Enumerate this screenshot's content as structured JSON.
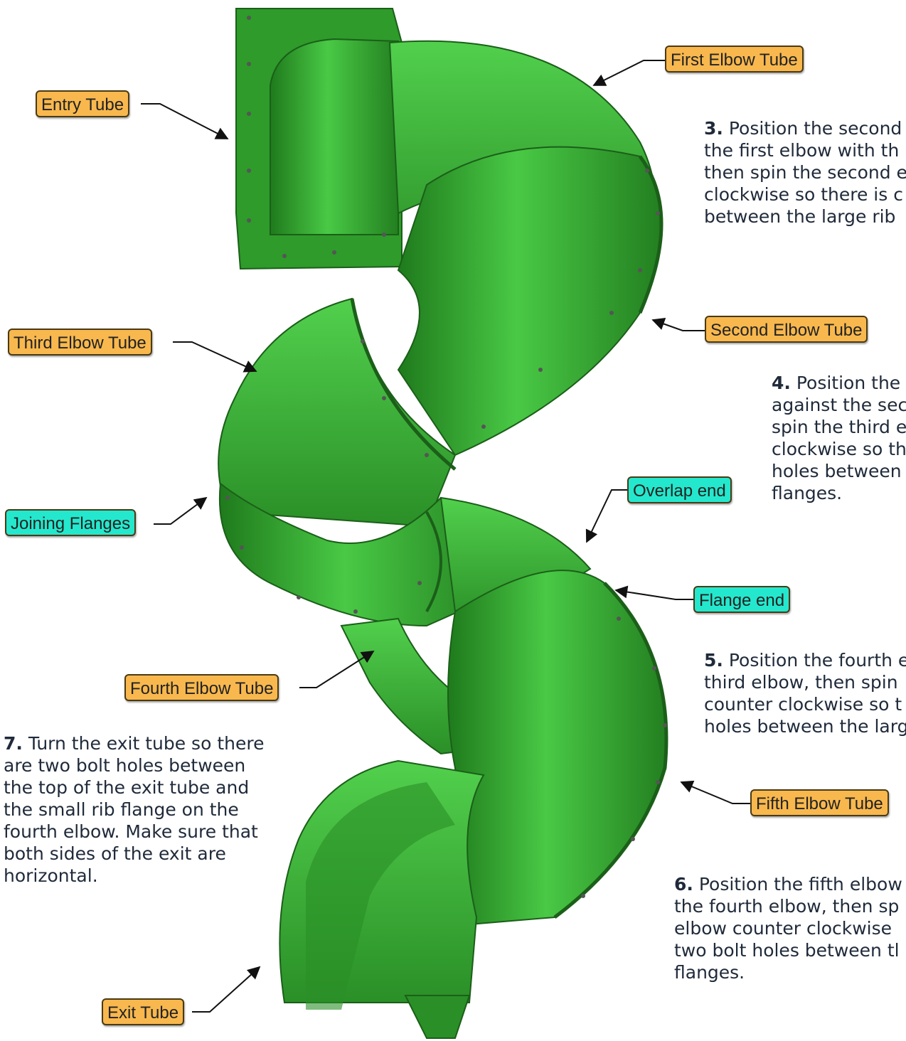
{
  "labels": {
    "entry": "Entry Tube",
    "first_elbow": "First Elbow Tube",
    "second_elbow": "Second Elbow Tube",
    "third_elbow": "Third Elbow Tube",
    "joining_flanges": "Joining Flanges",
    "overlap_end": "Overlap end",
    "flange_end": "Flange end",
    "fourth_elbow": "Fourth Elbow Tube",
    "fifth_elbow": "Fifth Elbow Tube",
    "exit": "Exit Tube"
  },
  "steps": {
    "s3": {
      "num": "3.",
      "lines": [
        "Position the second",
        "the first elbow with th",
        "then spin the second e",
        "clockwise so there is c",
        "between the large rib"
      ]
    },
    "s4": {
      "num": "4.",
      "lines": [
        "Position the",
        "against the sec",
        "spin the third e",
        "clockwise so th",
        "holes between",
        "flanges."
      ]
    },
    "s5": {
      "num": "5.",
      "lines": [
        "Position the fourth e",
        "third elbow, then spin",
        "counter clockwise so t",
        "holes between the larg"
      ]
    },
    "s6": {
      "num": "6.",
      "lines": [
        "Position the fifth elbow",
        "the fourth elbow, then sp",
        "elbow counter clockwise",
        "two bolt holes between tl",
        "flanges."
      ]
    },
    "s7": {
      "num": "7.",
      "lines": [
        "Turn the exit tube so there",
        "are two bolt holes between",
        "the top of the exit tube and",
        "the small rib flange on the",
        "fourth elbow. Make sure that",
        "both sides of the exit are",
        "horizontal."
      ]
    }
  },
  "colors": {
    "slide_green": "#3fb83a",
    "slide_dark": "#1f7a1c",
    "label_orange": "#f8b84e",
    "label_teal": "#24e8cd",
    "text": "#1f2a3a"
  }
}
